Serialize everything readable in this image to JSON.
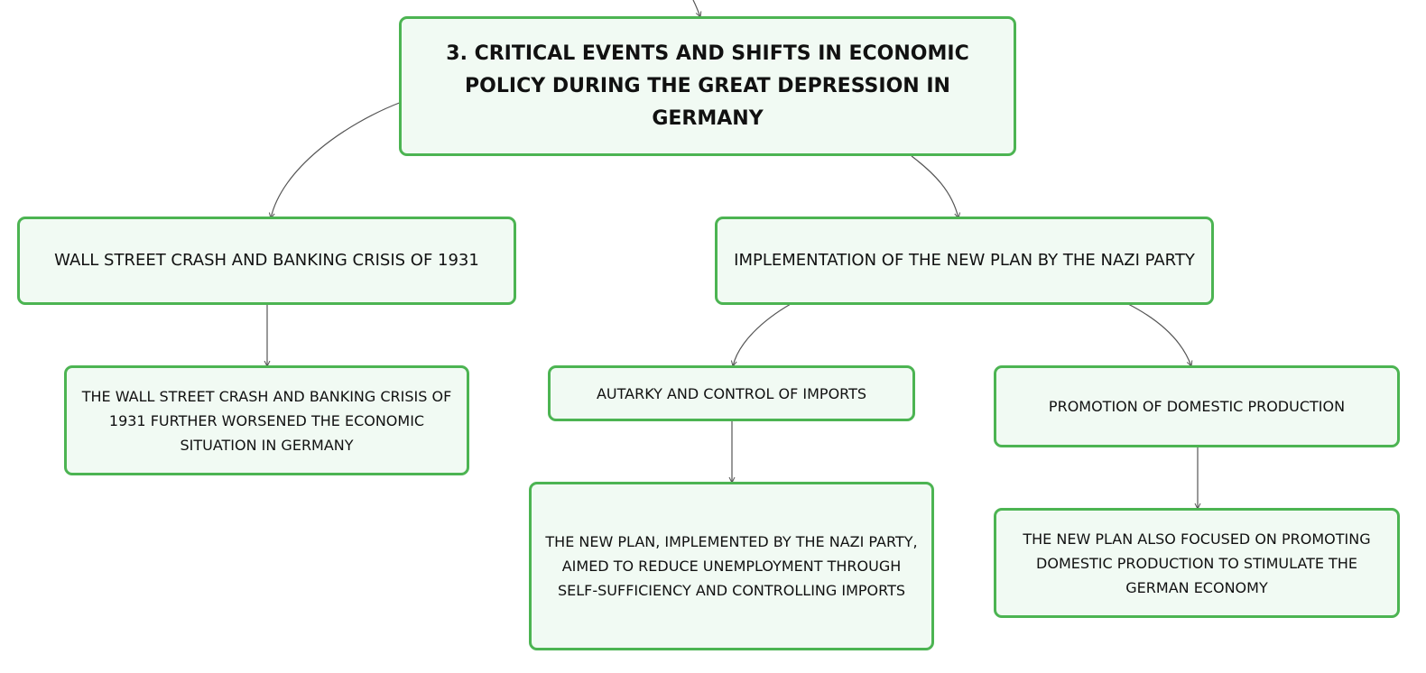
{
  "diagram": {
    "root": {
      "label": "3. CRITICAL EVENTS AND SHIFTS IN ECONOMIC POLICY DURING THE GREAT DEPRESSION IN GERMANY"
    },
    "wall_street": {
      "label": "WALL STREET CRASH AND BANKING CRISIS OF 1931",
      "detail": "THE WALL STREET CRASH AND BANKING CRISIS OF 1931 FURTHER WORSENED THE ECONOMIC SITUATION IN GERMANY"
    },
    "new_plan": {
      "label": "IMPLEMENTATION OF THE NEW PLAN BY THE NAZI PARTY",
      "autarky": {
        "label": "AUTARKY AND CONTROL OF IMPORTS",
        "detail": "THE NEW PLAN, IMPLEMENTED BY THE NAZI PARTY, AIMED TO REDUCE UNEMPLOYMENT THROUGH SELF-SUFFICIENCY AND CONTROLLING IMPORTS"
      },
      "domestic": {
        "label": "PROMOTION OF DOMESTIC PRODUCTION",
        "detail": "THE NEW PLAN ALSO FOCUSED ON PROMOTING DOMESTIC PRODUCTION TO STIMULATE THE GERMAN ECONOMY"
      }
    }
  },
  "colors": {
    "node_border": "#4cb452",
    "node_fill": "#f1faf3",
    "connector": "#555555",
    "text": "#111111"
  }
}
